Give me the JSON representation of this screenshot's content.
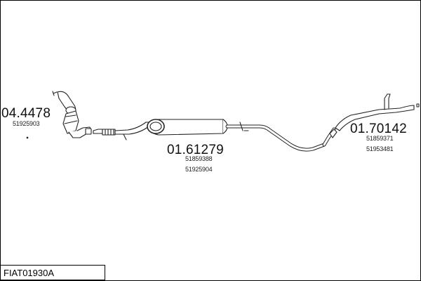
{
  "title": "FIAT01930A",
  "parts": [
    {
      "id": "front",
      "number": "04.4478",
      "refs": [
        "51925903"
      ]
    },
    {
      "id": "middle",
      "number": "01.61279",
      "refs": [
        "51859388",
        "51925904"
      ]
    },
    {
      "id": "rear",
      "number": "01.70142",
      "refs": [
        "51859371",
        "51953481"
      ]
    }
  ],
  "colors": {
    "stroke": "#222222",
    "fill": "#ffffff",
    "border": "#000000"
  }
}
